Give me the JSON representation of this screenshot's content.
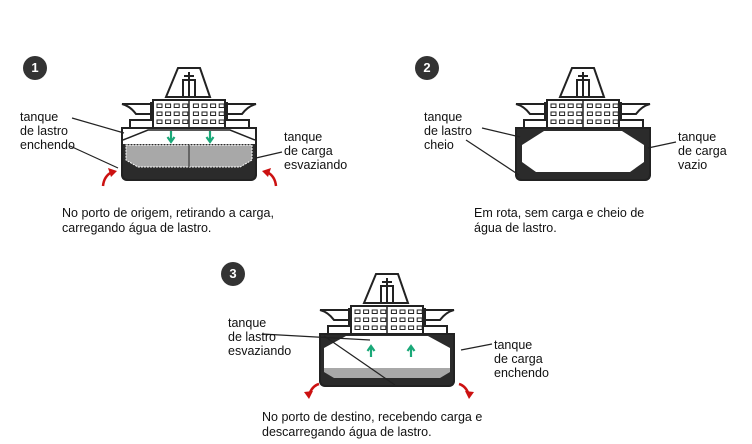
{
  "colors": {
    "ballast": "#2b2b2b",
    "cargo": "#a8a8a8",
    "arrow_red": "#cc1111",
    "arrow_green": "#1aa878"
  },
  "steps": [
    {
      "number": "1",
      "ballast_label": "tanque\nde lastro\nenchendo",
      "cargo_label": "tanque\nde carga\nesvaziando",
      "caption": "No porto de origem, retirando a carga,\ncarregando água de lastro."
    },
    {
      "number": "2",
      "ballast_label": "tanque\nde lastro\ncheio",
      "cargo_label": "tanque\nde carga\nvazio",
      "caption": "Em rota, sem carga e cheio de\nágua de lastro."
    },
    {
      "number": "3",
      "ballast_label": "tanque\nde lastro\nesvaziando",
      "cargo_label": "tanque\nde carga\nenchendo",
      "caption": "No porto de destino, recebendo carga e\ndescarregando água de lastro."
    }
  ]
}
